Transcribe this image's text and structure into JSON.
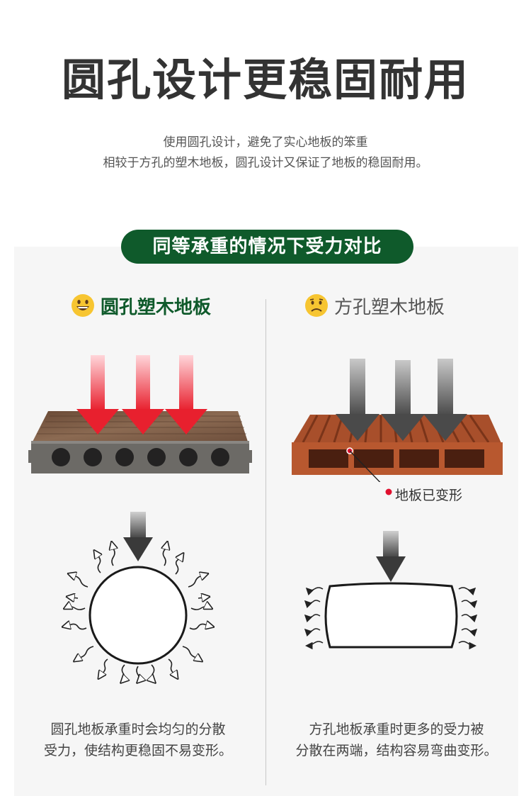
{
  "header": {
    "title": "圆孔设计更稳固耐用",
    "subtitle_line1": "使用圆孔设计，避免了实心地板的笨重",
    "subtitle_line2": "相较于方孔的塑木地板，圆孔设计又保证了地板的稳固耐用。"
  },
  "comparison": {
    "badge": "同等承重的情况下受力对比",
    "left": {
      "heading": "圆孔塑木地板",
      "emoji": "smiling-face-icon",
      "desc_line1": "圆孔地板承重时会均匀的分散",
      "desc_line2": "受力，使结构更稳固不易变形。"
    },
    "right": {
      "heading": "方孔塑木地板",
      "emoji": "frowning-face-icon",
      "callout": "地板已变形",
      "desc_line1": "方孔地板承重时更多的受力被",
      "desc_line2": "分散在两端，结构容易弯曲变形。"
    }
  },
  "colors": {
    "brand_green": "#0f5a2b",
    "arrow_red": "#e8202e",
    "arrow_gray": "#555555",
    "callout_dot": "#e0102e",
    "board_left": "#7a5a44",
    "board_right": "#b2552e"
  }
}
